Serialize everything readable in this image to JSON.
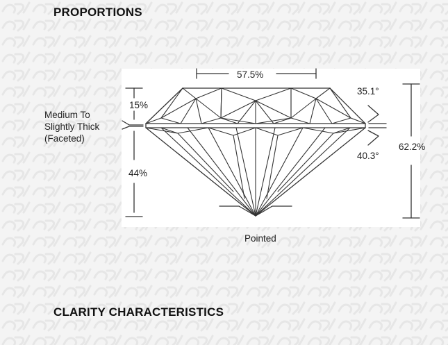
{
  "sections": {
    "proportions_title": "PROPORTIONS",
    "clarity_title": "CLARITY CHARACTERISTICS"
  },
  "diagram": {
    "table": "57.5%",
    "crown_height": "15%",
    "crown_angle": "35.1°",
    "pavilion_angle": "40.3°",
    "total_depth": "62.2%",
    "pavilion_depth": "44%",
    "girdle": "Medium To\nSlightly Thick\n(Faceted)",
    "culet": "Pointed"
  },
  "colors": {
    "background": "#f4f4f4",
    "watermark": "#eaeaea",
    "panel": "#ffffff",
    "line": "#333333"
  }
}
